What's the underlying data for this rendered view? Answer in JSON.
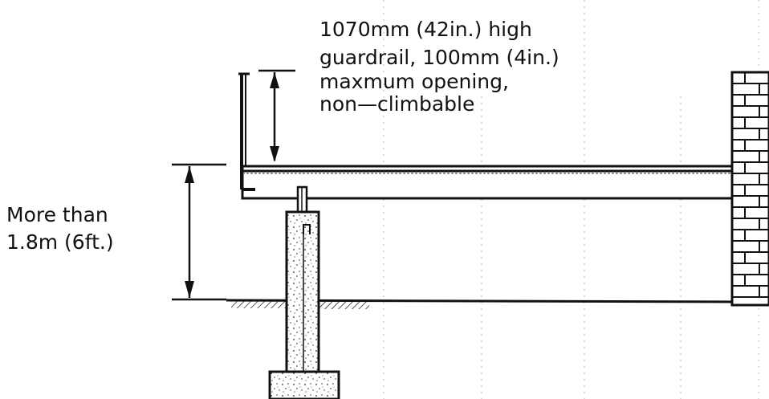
{
  "guardrail_note": {
    "lines": [
      "1070mm (42in.) high",
      "guardrail, 100mm (4in.)",
      "maxmum opening,",
      "non—climbable"
    ]
  },
  "height_note": {
    "lines": [
      "More than",
      "1.8m (6ft.)"
    ]
  },
  "colors": {
    "ink": "#111111",
    "background": "#ffffff"
  }
}
